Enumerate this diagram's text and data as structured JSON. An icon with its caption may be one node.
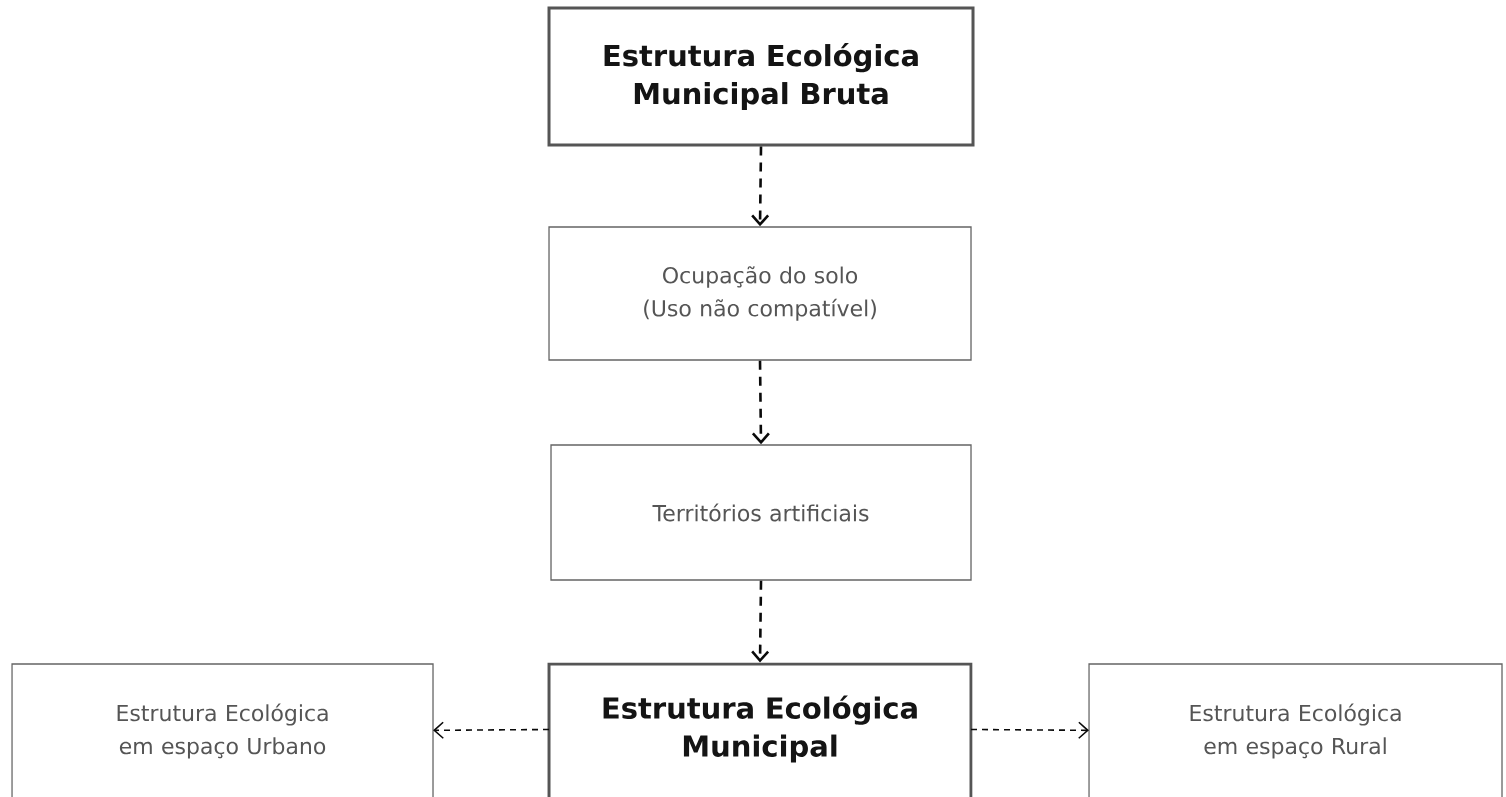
{
  "diagram": {
    "nodes": [
      {
        "text": [
          "Estrutura Ecológica Municipal Bruta"
        ]
      },
      {
        "text": [
          "Ocupação do solo (Uso não compatível)"
        ]
      },
      {
        "text": [
          "Territórios  artificiais"
        ]
      },
      {
        "text": [
          "Estrutura Ecológica Municipal"
        ]
      },
      {
        "text": [
          "Estrutura Ecológica em espaço Urbano"
        ]
      },
      {
        "text": [
          "Estrutura Ecológica em espaço Rural"
        ]
      }
    ],
    "edges": [
      {
        "from": 0,
        "to": 1,
        "arrow": "to",
        "style": "dashed"
      },
      {
        "from": 1,
        "to": 2,
        "arrow": "to",
        "style": "dashed"
      },
      {
        "from": 2,
        "to": 3,
        "arrow": "to",
        "style": "dashed"
      },
      {
        "from": 3,
        "to": 4,
        "arrow": "to",
        "style": "dashed"
      },
      {
        "from": 3,
        "to": 5,
        "arrow": "to",
        "style": "dashed"
      }
    ]
  }
}
